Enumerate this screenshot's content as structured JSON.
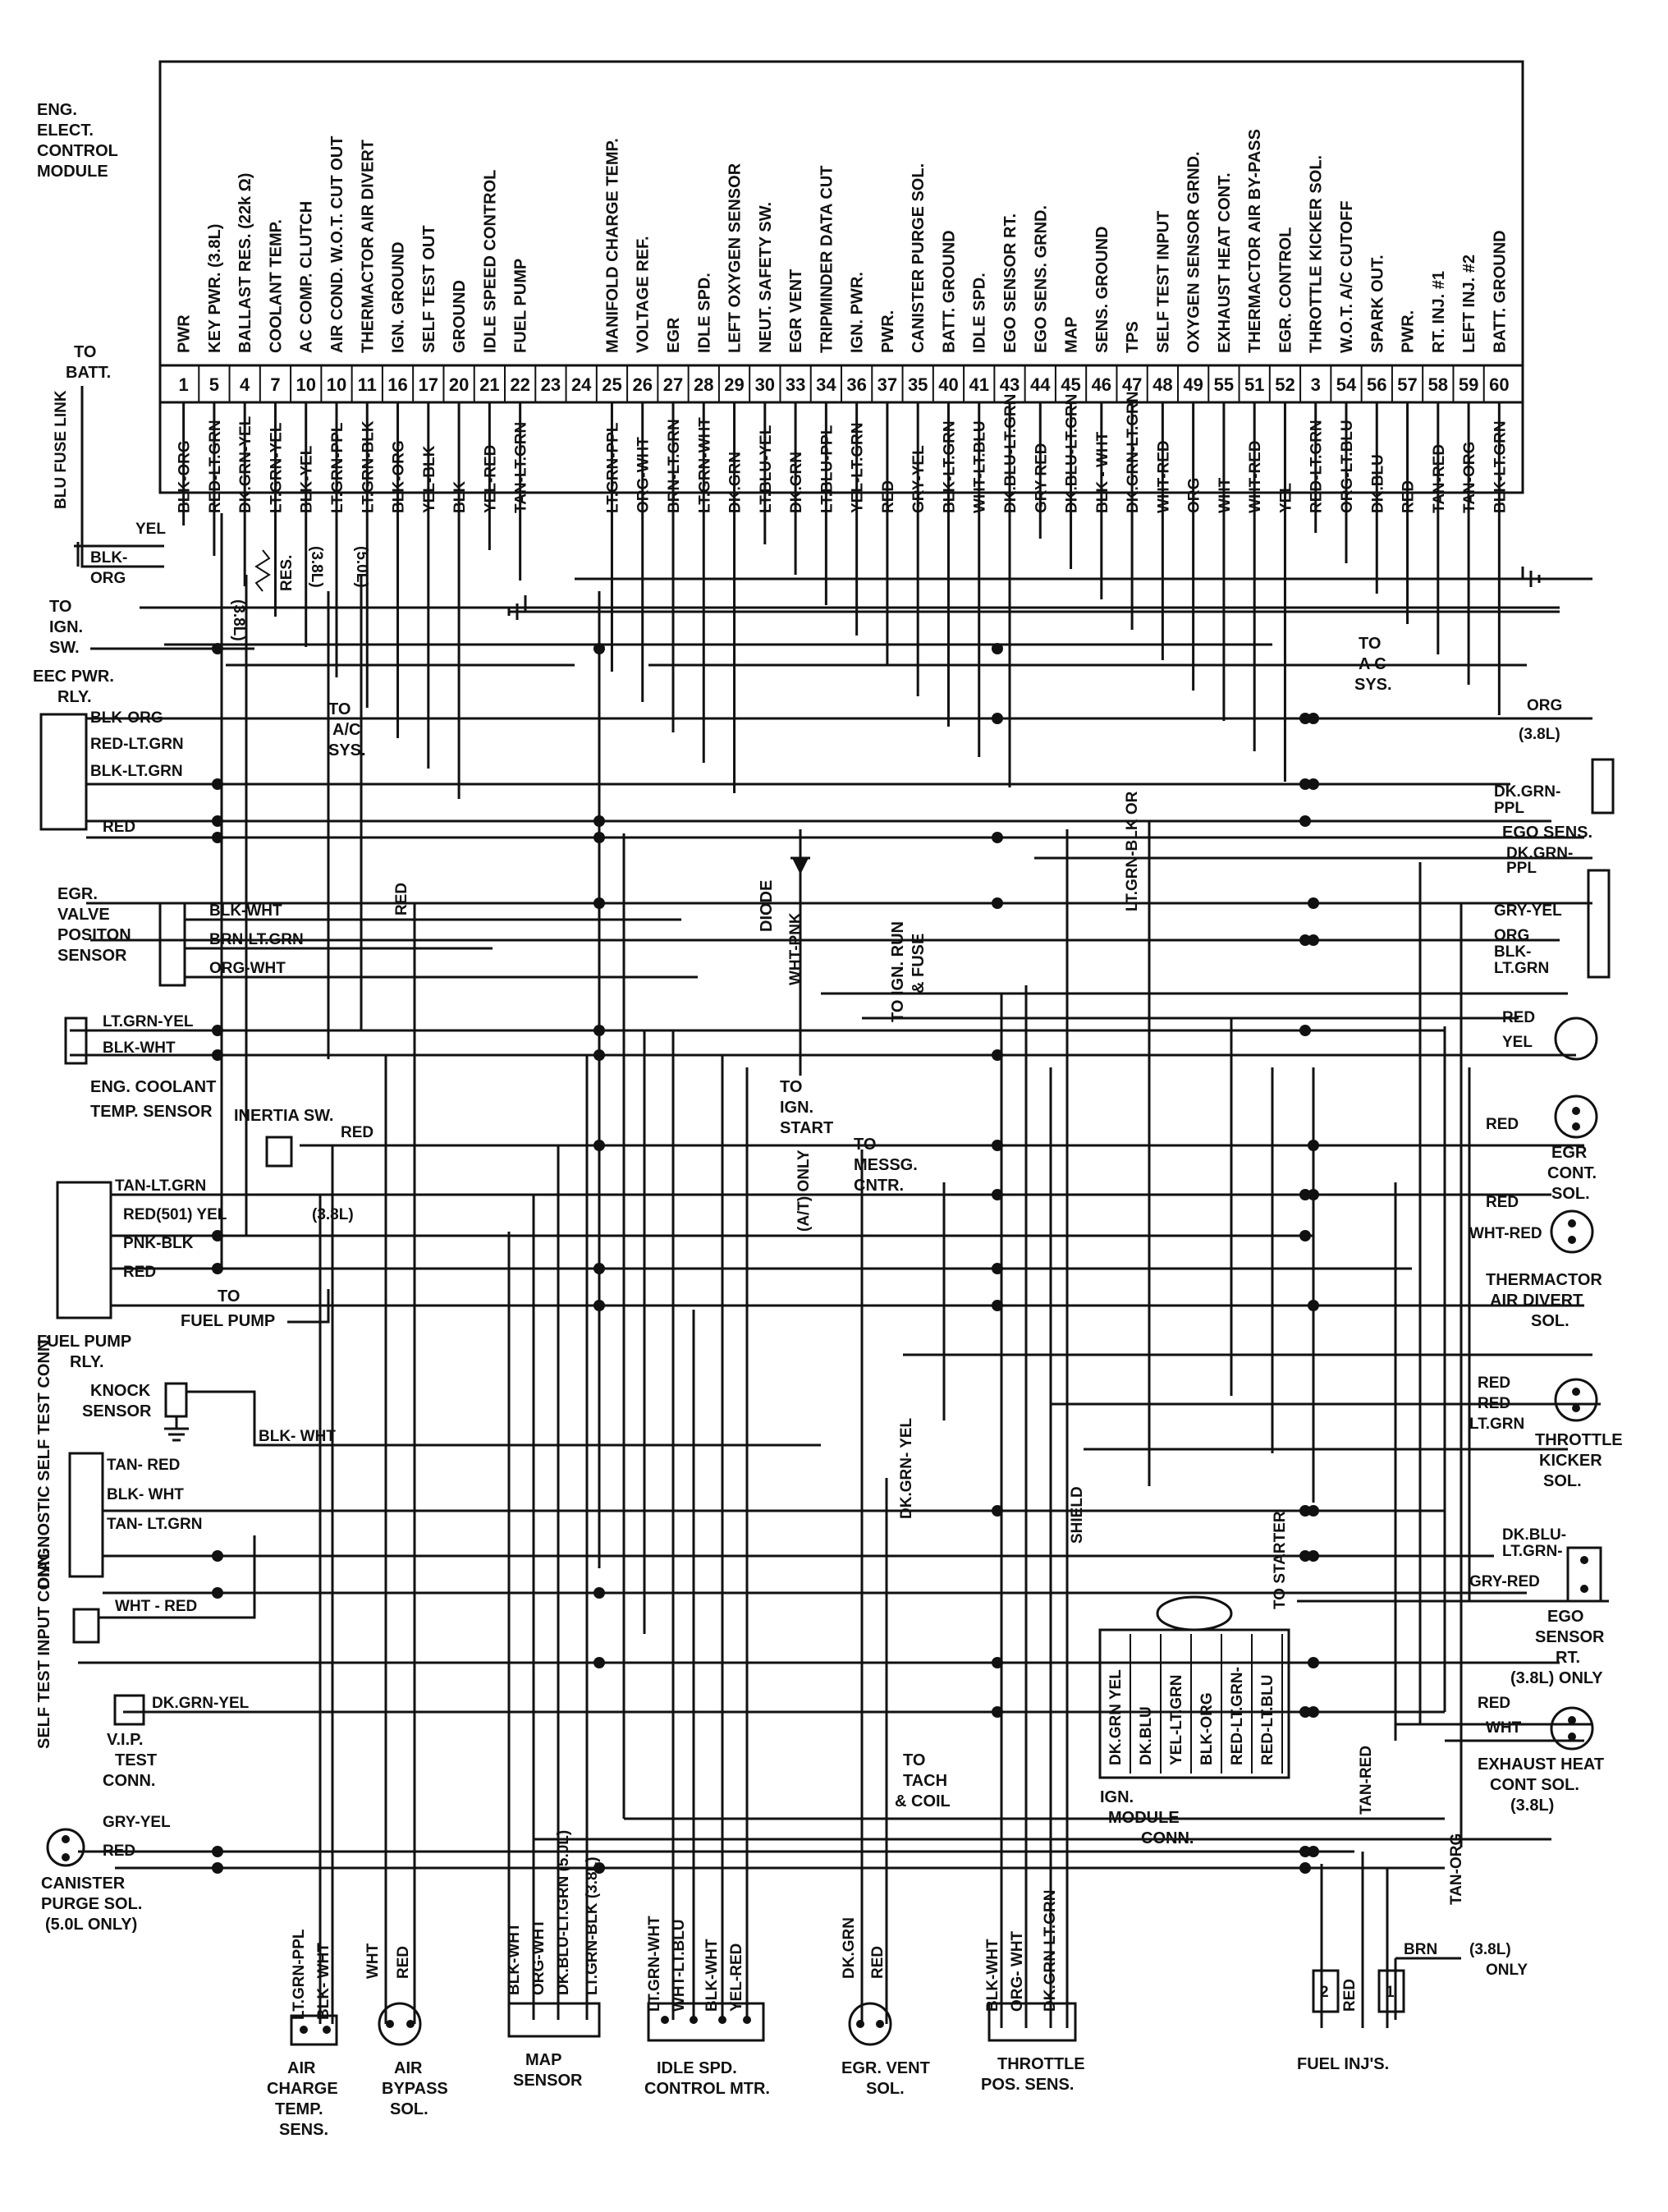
{
  "ecm": {
    "title": [
      "ENG.",
      "ELECT.",
      "CONTROL",
      "MODULE"
    ],
    "pins": [
      {
        "pin": "1",
        "fn": "PWR",
        "wire": "BLK-ORG"
      },
      {
        "pin": "5",
        "fn": "KEY PWR. (3.8L)",
        "wire": "RED-LT.GRN"
      },
      {
        "pin": "4",
        "fn": "BALLAST RES. (22k Ω)",
        "wire": "DK.GRN-YEL"
      },
      {
        "pin": "7",
        "fn": "COOLANT TEMP.",
        "wire": "LT.GRN-YEL"
      },
      {
        "pin": "10",
        "fn": "AC COMP. CLUTCH",
        "wire": "BLK-YEL"
      },
      {
        "pin": "10",
        "fn": "AIR COND. W.O.T. CUT OUT",
        "wire": "LT.GRN-PPL"
      },
      {
        "pin": "11",
        "fn": "THERMACTOR AIR DIVERT",
        "wire": "LT.GRN-BLK"
      },
      {
        "pin": "16",
        "fn": "IGN. GROUND",
        "wire": "BLK-ORG"
      },
      {
        "pin": "17",
        "fn": "SELF TEST OUT",
        "wire": "YEL-BLK"
      },
      {
        "pin": "20",
        "fn": "GROUND",
        "wire": "BLK"
      },
      {
        "pin": "21",
        "fn": "IDLE SPEED CONTROL",
        "wire": "YEL-RED"
      },
      {
        "pin": "22",
        "fn": "FUEL PUMP",
        "wire": "TAN-LT.GRN"
      },
      {
        "pin": "23",
        "fn": "",
        "wire": ""
      },
      {
        "pin": "24",
        "fn": "",
        "wire": ""
      },
      {
        "pin": "25",
        "fn": "MANIFOLD CHARGE TEMP.",
        "wire": "LT.GRN-PPL"
      },
      {
        "pin": "26",
        "fn": "VOLTAGE REF.",
        "wire": "ORG-WHT"
      },
      {
        "pin": "27",
        "fn": "EGR",
        "wire": "BRN-LT.GRN"
      },
      {
        "pin": "28",
        "fn": "IDLE SPD.",
        "wire": "LT.GRN-WHT"
      },
      {
        "pin": "29",
        "fn": "LEFT OXYGEN SENSOR",
        "wire": "DK.GRN"
      },
      {
        "pin": "30",
        "fn": "NEUT. SAFETY SW.",
        "wire": "LT.BLU-YEL"
      },
      {
        "pin": "33",
        "fn": "EGR VENT",
        "wire": "DK.GRN"
      },
      {
        "pin": "34",
        "fn": "TRIPMINDER DATA CUT",
        "wire": "LT.BLU-PPL"
      },
      {
        "pin": "36",
        "fn": "IGN. PWR.",
        "wire": "YEL-LT.GRN"
      },
      {
        "pin": "37",
        "fn": "PWR.",
        "wire": "RED"
      },
      {
        "pin": "35",
        "fn": "CANISTER PURGE SOL.",
        "wire": "GRY-YEL"
      },
      {
        "pin": "40",
        "fn": "BATT. GROUND",
        "wire": "BLK-LT.GRN"
      },
      {
        "pin": "41",
        "fn": "IDLE SPD.",
        "wire": "WHT-LT.BLU"
      },
      {
        "pin": "43",
        "fn": "EGO SENSOR RT.",
        "wire": "DK.BLU-LT.GRN"
      },
      {
        "pin": "44",
        "fn": "EGO SENS. GRND.",
        "wire": "GRY RED"
      },
      {
        "pin": "45",
        "fn": "MAP",
        "wire": "DK.BLU-LT.GRN"
      },
      {
        "pin": "46",
        "fn": "SENS. GROUND",
        "wire": "BLK - WHT"
      },
      {
        "pin": "47",
        "fn": "TPS",
        "wire": "DK.GRN-LT.GRN"
      },
      {
        "pin": "48",
        "fn": "SELF TEST INPUT",
        "wire": "WHT-RED"
      },
      {
        "pin": "49",
        "fn": "OXYGEN SENSOR GRND.",
        "wire": "ORG"
      },
      {
        "pin": "55",
        "fn": "EXHAUST HEAT CONT.",
        "wire": "WHT"
      },
      {
        "pin": "51",
        "fn": "THERMACTOR AIR BY-PASS",
        "wire": "WHT-RED"
      },
      {
        "pin": "52",
        "fn": "EGR. CONTROL",
        "wire": "YEL"
      },
      {
        "pin": "3",
        "fn": "THROTTLE KICKER SOL.",
        "wire": "RED-LT.GRN"
      },
      {
        "pin": "54",
        "fn": "W.O.T. A/C CUTOFF",
        "wire": "ORG-LT.BLU"
      },
      {
        "pin": "56",
        "fn": "SPARK OUT.",
        "wire": "DK.BLU"
      },
      {
        "pin": "57",
        "fn": "PWR.",
        "wire": "RED"
      },
      {
        "pin": "58",
        "fn": "RT. INJ. #1",
        "wire": "TAN-RED"
      },
      {
        "pin": "59",
        "fn": "LEFT INJ. #2",
        "wire": "TAN-ORG"
      },
      {
        "pin": "60",
        "fn": "BATT. GROUND",
        "wire": "BLK-LT.GRN"
      }
    ]
  },
  "left": {
    "to_batt": [
      "TO",
      "BATT."
    ],
    "fuse_link": "BLU  FUSE LINK",
    "yel": "YEL",
    "blk_org": [
      "BLK-",
      "ORG"
    ],
    "to_ign_sw": [
      "TO",
      "IGN.",
      "SW."
    ],
    "eec_relay": [
      "EEC PWR.",
      "RLY."
    ],
    "eec_wires": [
      "BLK-ORG",
      "RED-LT.GRN",
      "BLK-LT.GRN",
      "RED"
    ],
    "egr_valve": [
      "EGR.",
      "VALVE",
      "POSITON",
      "SENSOR"
    ],
    "egr_wires": [
      "BLK-WHT",
      "BRN-LT.GRN",
      "ORG-WHT"
    ],
    "coolant_wires": [
      "LT.GRN-YEL",
      "BLK-WHT"
    ],
    "coolant": [
      "ENG. COOLANT",
      "TEMP. SENSOR"
    ],
    "inertia": "INERTIA SW.",
    "inertia_red": "RED",
    "fuel_pump_wires": [
      "TAN-LT.GRN",
      "RED(501) YEL",
      "PNK-BLK",
      "RED"
    ],
    "fuel_pump_38": "(3.8L)",
    "to_fuel_pump": [
      "TO",
      "FUEL PUMP"
    ],
    "fuel_pump_rly": [
      "FUEL PUMP",
      "RLY."
    ],
    "knock": [
      "KNOCK",
      "SENSOR"
    ],
    "knock_wire": "BLK- WHT",
    "diag": "DIAGNOSTIC SELF TEST CONN.",
    "diag_wires": [
      "TAN- RED",
      "BLK- WHT",
      "TAN- LT.GRN"
    ],
    "self_test": "SELF TEST INPUT CONN.",
    "self_test_wire": "WHT - RED",
    "vip_wire": "DK.GRN-YEL",
    "vip": [
      "V.I.P.",
      "TEST",
      "CONN."
    ],
    "canister_wires": [
      "GRY-YEL",
      "RED"
    ],
    "canister": [
      "CANISTER",
      "PURGE SOL.",
      "(5.0L ONLY)"
    ]
  },
  "middle": {
    "res": "RES.",
    "l38": "(3.8L)",
    "l38b": "(3.8L)",
    "l50": "(5.0L)",
    "to_ac": [
      "TO",
      "A/C",
      "SYS."
    ],
    "red_vert": "RED",
    "diode": "DIODE",
    "wht_pnk": "WHT-PNK",
    "to_ign_start": [
      "TO",
      "IGN.",
      "START"
    ],
    "at_only": "(A/T) ONLY",
    "to_ign_run": [
      "TO IGN. RUN",
      "& FUSE"
    ],
    "to_messg": [
      "TO",
      "MESSG.",
      "CNTR."
    ],
    "dk_grn_yel": "DK.GRN- YEL",
    "shield": "SHIELD",
    "to_starter": "TO STARTER",
    "lt_grn_blk_or": "LT.GRN-BLK OR",
    "to_ac_r": [
      "TO",
      "A C",
      "SYS."
    ],
    "to_tach": [
      "TO",
      "TACH",
      "& COIL"
    ],
    "ign_module_wires": [
      "DK.GRN YEL",
      "DK.BLU",
      "YEL-LT.GRN",
      "BLK-ORG",
      "RED-LT.GRN-",
      "RED-LT.BLU"
    ],
    "ign_module": [
      "IGN.",
      "MODULE",
      "CONN."
    ]
  },
  "right": {
    "org": "ORG",
    "l38": "(3.8L)",
    "dk_grn_ppl1": [
      "DK.GRN-",
      "PPL"
    ],
    "ego_sens": "EGO SENS.",
    "dk_grn_ppl2": [
      "DK.GRN-",
      "PPL"
    ],
    "ego_wires": [
      "GRY-YEL",
      "ORG",
      "BLK-",
      "LT.GRN"
    ],
    "egr_cont_wires": [
      "RED",
      "YEL",
      "RED"
    ],
    "egr_cont": [
      "EGR",
      "CONT.",
      "SOL."
    ],
    "thermactor_wires": [
      "RED",
      "WHT-RED"
    ],
    "thermactor": [
      "THERMACTOR",
      "AIR DIVERT",
      "SOL."
    ],
    "throttle_wires": [
      "RED",
      "RED-",
      "LT.GRN"
    ],
    "throttle_kicker": [
      "THROTTLE",
      "KICKER",
      "SOL."
    ],
    "ego_rt_wires": [
      "DK.BLU-",
      "LT.GRN-",
      "GRY-RED"
    ],
    "ego_rt": [
      "EGO",
      "SENSOR",
      "RT.",
      "(3.8L) ONLY"
    ],
    "exhaust_wires": [
      "RED",
      "WHT"
    ],
    "exhaust": [
      "EXHAUST HEAT",
      "CONT SOL.",
      "(3.8L)"
    ],
    "tan_red": "TAN-RED",
    "tan_org": "TAN-ORG",
    "brn": "BRN",
    "only_38": [
      "(3.8L)",
      "ONLY"
    ],
    "inj_red": "RED",
    "inj_nums": [
      "2",
      "1"
    ],
    "fuel_injs": "FUEL INJ'S."
  },
  "bottom": {
    "air_charge_wires": [
      "LT.GRN-PPL",
      "BLK- WHT"
    ],
    "air_charge": [
      "AIR",
      "CHARGE",
      "TEMP.",
      "SENS."
    ],
    "air_bypass_wires": [
      "WHT",
      "RED"
    ],
    "air_bypass": [
      "AIR",
      "BYPASS",
      "SOL."
    ],
    "map_wires": [
      "BLK-WHT",
      "ORG-WHT",
      "DK.BLU-LT.GRN (5.0L)",
      "LT.GRN-BLK (3.8L)"
    ],
    "map": [
      "MAP",
      "SENSOR"
    ],
    "idle_wires": [
      "LT.GRN-WHT",
      "WHT-LT.BLU",
      "BLK-WHT",
      "YEL-RED"
    ],
    "idle": [
      "IDLE SPD.",
      "CONTROL MTR."
    ],
    "egr_vent_wires": [
      "DK.GRN",
      "RED"
    ],
    "egr_vent": [
      "EGR. VENT",
      "SOL."
    ],
    "tps_wires": [
      "BLK-WHT",
      "ORG- WHT",
      "DK.GRN-LT.GRN"
    ],
    "tps": [
      "THROTTLE",
      "POS. SENS."
    ]
  }
}
